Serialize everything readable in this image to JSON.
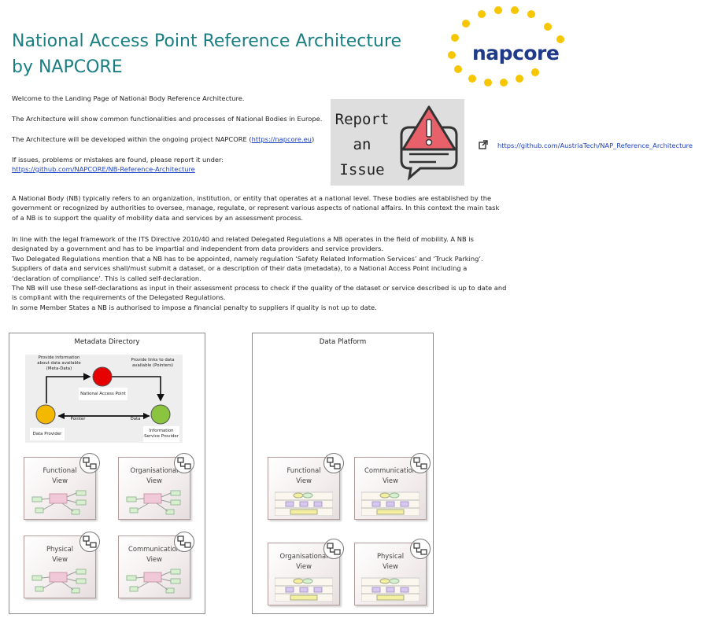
{
  "header": {
    "title_line1": "National Access Point Reference Architecture",
    "title_line2": "by NAPCORE",
    "logo_text": "napcore"
  },
  "intro": {
    "welcome": "Welcome to the Landing Page of National Body Reference Architecture.",
    "common": "The Architecture will show common functionalities and processes of National Bodies in Europe.",
    "developed_prefix": "The Architecture will be developed within the ongoing project NAPCORE (",
    "developed_link": "https://napcore.eu",
    "developed_suffix": ")",
    "issues_line": "If issues, problems or mistakes are found, please report it under:",
    "issues_link": "https://github.com/NAPCORE/NB-Reference-Architecture"
  },
  "report": {
    "line1": "Report",
    "line2": "an",
    "line3": "Issue"
  },
  "external_link": "https://github.com/AustriaTech/NAP_Reference_Architecture",
  "body_text": {
    "p1_l1": "A National Body (NB) typically refers to an organization, institution, or entity that operates at a national level. These bodies are established by the",
    "p1_l2": "government or recognized by authorities to oversee, manage, regulate, or represent various aspects of national affairs. In this context the main task",
    "p1_l3": "of a NB is to support the quality of mobility data and services by an assessment process.",
    "p2_l1": "In line with the legal framework of the ITS Directive 2010/40 and related Delegated Regulations a NB operates in the field of mobility. A NB is",
    "p2_l2": "designated by a government and has to be impartial and independent from data providers and service providers.",
    "p2_l3": "Two Delegated Regulations mention that a NB has to be appointed, namely regulation ‘Safety Related Information Services’ and ‘Truck Parking’.",
    "p2_l4": "Suppliers of data and services shall/must submit a dataset, or a description of their data (metadata), to a National Access Point including a",
    "p2_l5": "‘declaration of compliance’. This is called self-declaration.",
    "p2_l6": "The NB will use these self-declarations as input in their assessment process to check if the quality of the dataset or service described is up to date and",
    "p2_l7": "is compliant with the requirements of the Delegated Regulations.",
    "p2_l8": "In some Member States a NB is authorised to impose a financial penalty to suppliers if quality is not up to date."
  },
  "panels": {
    "metadata": {
      "title": "Metadata Directory",
      "diagram": {
        "provide_info_l1": "Provide information",
        "provide_info_l2": "about data available",
        "provide_info_l3": "(Meta-Data)",
        "provide_links_l1": "Provide links to data",
        "provide_links_l2": "available (Pointers)",
        "nap": "National Access Point",
        "pointer": "Pointer",
        "data": "Data",
        "data_provider": "Data Provider",
        "isp_l1": "Information",
        "isp_l2": "Service Provider"
      },
      "tiles": [
        {
          "l1": "Functional",
          "l2": "View"
        },
        {
          "l1": "Organisational",
          "l2": "View"
        },
        {
          "l1": "Physical",
          "l2": "View"
        },
        {
          "l1": "Communication",
          "l2": "View"
        }
      ]
    },
    "platform": {
      "title": "Data Platform",
      "tiles": [
        {
          "l1": "Functional",
          "l2": "View"
        },
        {
          "l1": "Communication",
          "l2": "View"
        },
        {
          "l1": "Organisational",
          "l2": "View"
        },
        {
          "l1": "Physical",
          "l2": "View"
        }
      ]
    }
  },
  "colors": {
    "title": "#1a7f82",
    "logo_dots": "#f6c600",
    "logo_text": "#1f3a8a",
    "nap_node": "#e60000",
    "provider_node": "#f5b800",
    "isp_node": "#8bc53f",
    "link": "#1a3fc7"
  },
  "icons": {
    "report": "warning-chat-icon",
    "external": "external-link-icon",
    "tile_badge": "diagram-link-icon"
  }
}
